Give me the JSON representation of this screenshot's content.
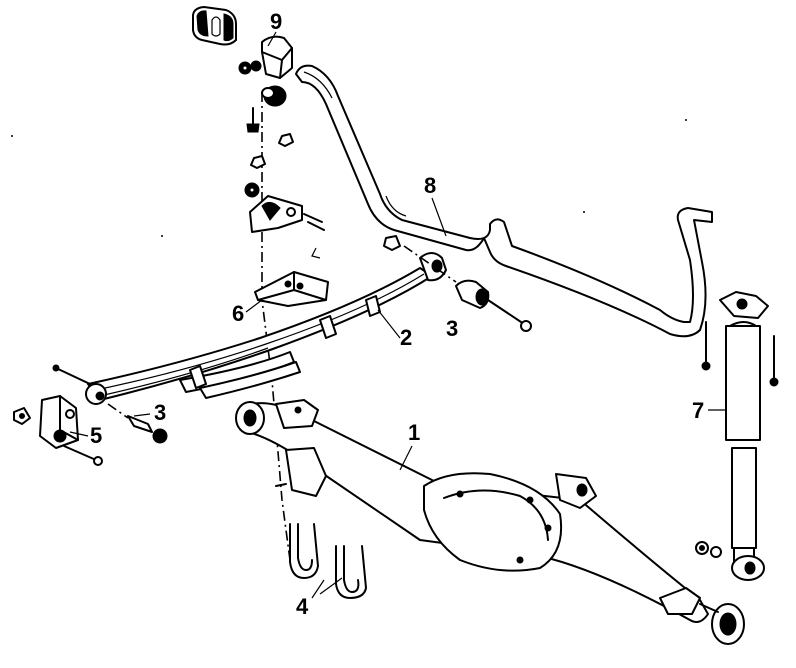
{
  "callouts": {
    "axle_housing": "1",
    "leaf_spring": "2",
    "bushing_rear": "3",
    "bushing_front": "3",
    "u_bolts": "4",
    "shackle": "5",
    "spring_plate": "6",
    "shock_absorber": "7",
    "stabilizer_bar": "8",
    "bar_bracket": "9"
  }
}
